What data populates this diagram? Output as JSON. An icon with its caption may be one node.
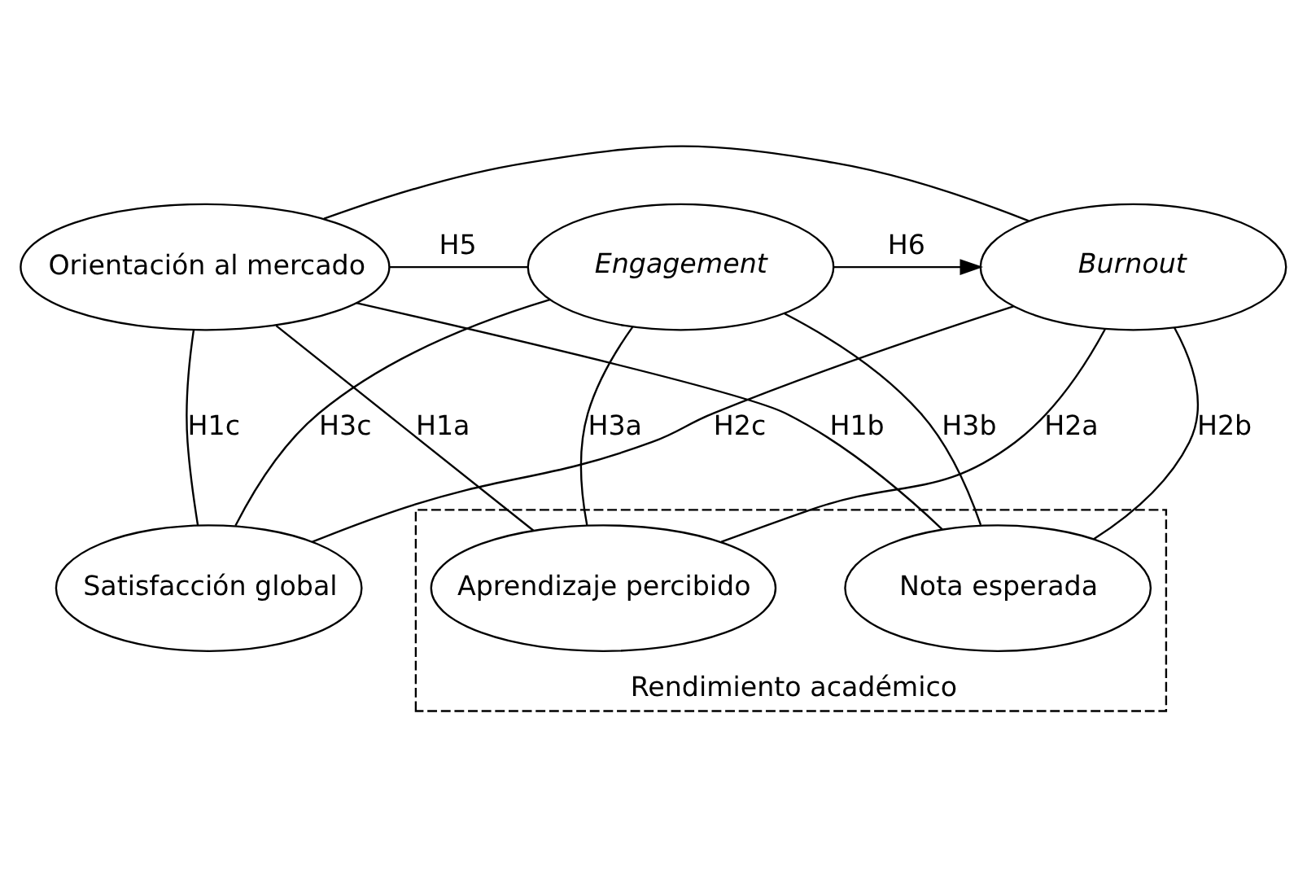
{
  "diagram": {
    "nodes": [
      {
        "text": [
          "Orientación al mercado"
        ]
      },
      {
        "text": [
          "Burnout"
        ]
      },
      {
        "text": [
          "Engagement"
        ]
      },
      {
        "text": [
          "Rendimiento académico"
        ]
      },
      {
        "text": [
          "Aprendizaje percibido"
        ],
        "in": 3
      },
      {
        "text": [
          "Nota esperada"
        ],
        "in": 3
      },
      {
        "text": [
          "Satisfacción global"
        ]
      }
    ],
    "edges": [
      {
        "from": 2,
        "to": 0,
        "arrow": "none",
        "label": "H5"
      },
      {
        "from": 0,
        "to": 1,
        "arrow": "none"
      },
      {
        "from": 2,
        "to": 1,
        "arrow": "to",
        "label": "H6"
      },
      {
        "from": 0,
        "to": 4,
        "arrow": "none",
        "label": "H1a"
      },
      {
        "from": 0,
        "to": 5,
        "arrow": "none",
        "label": "H1b"
      },
      {
        "from": 0,
        "to": 6,
        "arrow": "none",
        "label": "H1c"
      },
      {
        "from": 1,
        "to": 4,
        "arrow": "none",
        "label": "H2a"
      },
      {
        "from": 1,
        "to": 5,
        "arrow": "none",
        "label": "H2b"
      },
      {
        "from": 1,
        "to": 6,
        "arrow": "none",
        "label": "H2c"
      },
      {
        "from": 2,
        "to": 4,
        "arrow": "none",
        "label": "H3a"
      },
      {
        "from": 2,
        "to": 5,
        "arrow": "none",
        "label": "H3b"
      },
      {
        "from": 2,
        "to": 6,
        "arrow": "none",
        "label": "H3c"
      }
    ]
  }
}
